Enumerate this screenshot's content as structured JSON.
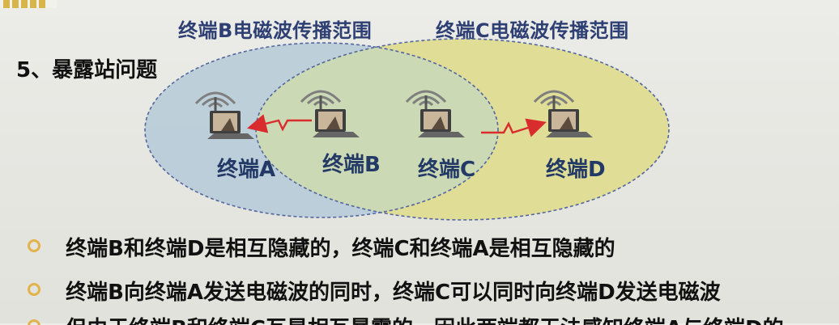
{
  "title": "5、暴露站问题",
  "range_labels": {
    "terminal_b": "终端B电磁波传播范围",
    "terminal_c": "终端C电磁波传播范围"
  },
  "terminals": {
    "a": "终端A",
    "b": "终端B",
    "c": "终端C",
    "d": "终端D"
  },
  "bullets": [
    "终端B和终端D是相互隐藏的，终端C和终端A是相互隐藏的",
    "终端B向终端A发送电磁波的同时，终端C可以同时向终端D发送电磁波",
    "但由于终端B和终端C互是相互暴露的，因此两端都无法感知终端A与终端D的"
  ],
  "colors": {
    "range_b_fill": "#b8ccd8",
    "range_c_fill": "#dedc8f",
    "overlap_fill": "#cbd8b6",
    "dashed_outline": "#5466a0",
    "arrow": "#d92c2c",
    "bullet_ring": "#e2b24b",
    "range_label_text": "#2e3f73",
    "terminal_label_text": "#233a67"
  },
  "icons": [
    "laptop-wifi-icon-a",
    "laptop-wifi-icon-b",
    "laptop-wifi-icon-c",
    "laptop-wifi-icon-d",
    "signal-arrow-b-to-a",
    "signal-arrow-c-to-d"
  ]
}
